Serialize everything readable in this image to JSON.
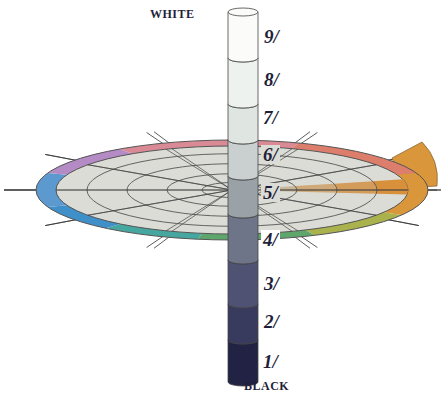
{
  "diagram": {
    "labels": [
      "WHITE",
      "9/",
      "8/",
      "7/",
      "6/",
      "5/",
      "4/",
      "3/",
      "2/",
      "1/",
      "BLACK"
    ]
  }
}
